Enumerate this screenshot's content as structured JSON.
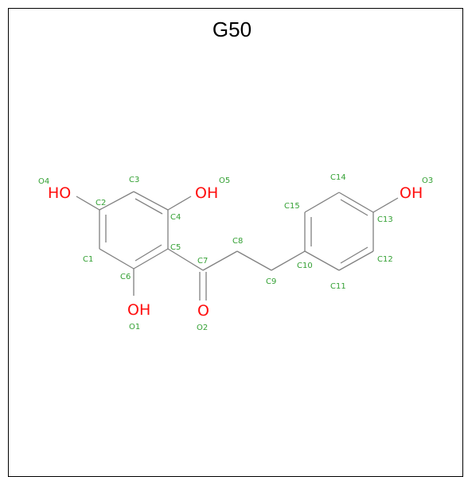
{
  "title": "G50",
  "groups": {
    "o4": "HO",
    "o5": "OH",
    "o1": "OH",
    "o2": "O",
    "o3": "OH"
  },
  "atom_labels": {
    "O4": "O4",
    "O5": "O5",
    "O1": "O1",
    "O2": "O2",
    "O3": "O3",
    "C1": "C1",
    "C2": "C2",
    "C3": "C3",
    "C4": "C4",
    "C5": "C5",
    "C6": "C6",
    "C7": "C7",
    "C8": "C8",
    "C9": "C9",
    "C10": "C10",
    "C11": "C11",
    "C12": "C12",
    "C13": "C13",
    "C14": "C14",
    "C15": "C15"
  },
  "colors": {
    "bond": "#808080",
    "heteroatom": "#ff0d0d",
    "atom_label": "#33a033"
  }
}
